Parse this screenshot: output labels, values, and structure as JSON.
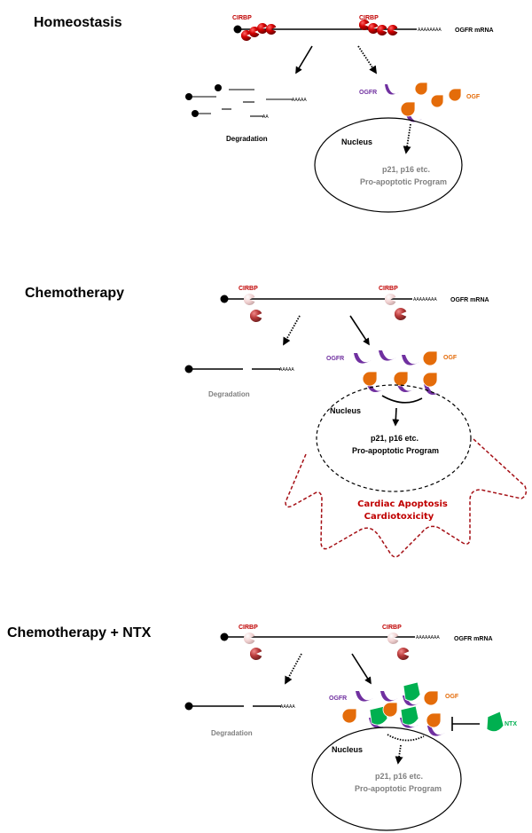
{
  "panels": [
    {
      "title": "Homeostasis",
      "cirbp_label_left": "CIRBP",
      "cirbp_label_right": "CIRBP",
      "poly_a_tail": "AAAAAAAA",
      "mrna_label": "OGFR mRNA",
      "cirbp_state": "bound",
      "degradation_pathway": "strong",
      "translation_pathway": "weak",
      "degradation_label": "Degradation",
      "degradation_fragments": [
        "AAAAA",
        "AA"
      ],
      "ogfr_label": "OGFR",
      "ogf_label": "OGF",
      "nucleus_label": "Nucleus",
      "program_line1": "p21, p16 etc.",
      "program_line2": "Pro-apoptotic Program"
    },
    {
      "title": "Chemotherapy",
      "cirbp_label_left": "CIRBP",
      "cirbp_label_right": "CIRBP",
      "poly_a_tail": "AAAAAAAA",
      "mrna_label": "OGFR mRNA",
      "cirbp_state": "released",
      "degradation_pathway": "weak",
      "translation_pathway": "strong",
      "degradation_label": "Degradation",
      "degradation_fragments": [
        "AAAAA"
      ],
      "ogfr_label": "OGFR",
      "ogf_label": "OGF",
      "nucleus_label": "Nucleus",
      "program_line1": "p21, p16 etc.",
      "program_line2": "Pro-apoptotic Program",
      "outcome_line1": "Cardiac Apoptosis",
      "outcome_line2": "Cardiotoxicity"
    },
    {
      "title": "Chemotherapy + NTX",
      "cirbp_label_left": "CIRBP",
      "cirbp_label_right": "CIRBP",
      "poly_a_tail": "AAAAAAAA",
      "mrna_label": "OGFR mRNA",
      "cirbp_state": "released",
      "degradation_pathway": "weak",
      "translation_pathway": "strong",
      "degradation_label": "Degradation",
      "degradation_fragments": [
        "AAAAA"
      ],
      "ogfr_label": "OGFR",
      "ogf_label": "OGF",
      "ntx_label": "NTX",
      "nucleus_label": "Nucleus",
      "program_line1": "p21, p16 etc.",
      "program_line2": "Pro-apoptotic Program"
    }
  ],
  "colors": {
    "cirbp": "#c00000",
    "ogfr": "#7030a0",
    "ogf": "#e46c0a",
    "ntx": "#00b050",
    "cardiac_outline": "#a50f15"
  }
}
